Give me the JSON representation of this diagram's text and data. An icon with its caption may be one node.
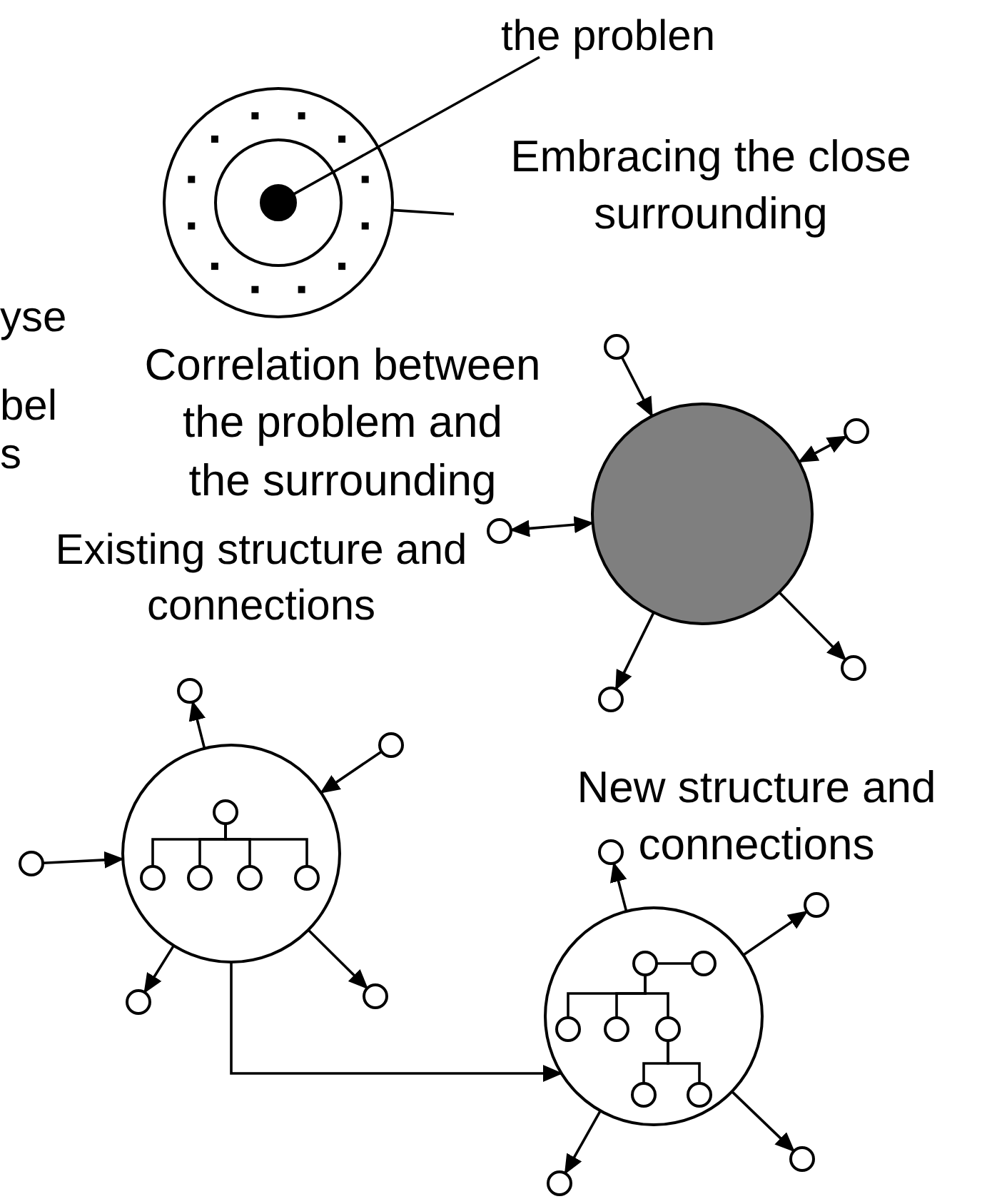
{
  "diagram": {
    "nodes": [
      {
        "text": [
          "the problen"
        ]
      },
      {
        "text": [],
        "shape": "circle"
      },
      {
        "text": [],
        "shape": "circle",
        "in": 1
      },
      {
        "text": [],
        "shape": "circle",
        "in": 2
      },
      {
        "text": [
          "Embracing the close surrounding"
        ]
      },
      {
        "text": [
          "Correlation between the problem and the surrounding"
        ]
      },
      {
        "text": [],
        "shape": "circle"
      },
      {
        "text": [],
        "shape": "circle"
      },
      {
        "text": [],
        "shape": "circle"
      },
      {
        "text": [],
        "shape": "circle"
      },
      {
        "text": [],
        "shape": "circle"
      },
      {
        "text": [
          "Existing structure and connections"
        ]
      },
      {
        "text": [],
        "shape": "circle"
      },
      {
        "text": [],
        "shape": "circle"
      },
      {
        "text": [],
        "shape": "circle"
      },
      {
        "text": [],
        "shape": "circle"
      },
      {
        "text": [],
        "shape": "circle"
      },
      {
        "text": [],
        "shape": "circle",
        "in": 11
      },
      {
        "text": [],
        "shape": "circle",
        "in": 11
      },
      {
        "text": [],
        "shape": "circle",
        "in": 11
      },
      {
        "text": [],
        "shape": "circle",
        "in": 11
      },
      {
        "text": [],
        "shape": "circle",
        "in": 11
      },
      {
        "text": [
          "New structure and connections"
        ]
      },
      {
        "text": [],
        "shape": "circle"
      },
      {
        "text": [],
        "shape": "circle"
      },
      {
        "text": [],
        "shape": "circle"
      },
      {
        "text": [],
        "shape": "circle"
      },
      {
        "text": [],
        "shape": "circle",
        "in": 22
      },
      {
        "text": [],
        "shape": "circle",
        "in": 22
      },
      {
        "text": [],
        "shape": "circle",
        "in": 22
      },
      {
        "text": [],
        "shape": "circle",
        "in": 22
      },
      {
        "text": [],
        "shape": "circle",
        "in": 22
      },
      {
        "text": [],
        "shape": "circle",
        "in": 22
      },
      {
        "text": [],
        "shape": "circle",
        "in": 22
      }
    ],
    "edges": [
      {
        "from": 0,
        "to": 3,
        "arrow": "none"
      },
      {
        "from": 4,
        "to": 1,
        "arrow": "none"
      },
      {
        "from": 6,
        "to": 5,
        "arrow": "to"
      },
      {
        "from": 7,
        "to": 5,
        "arrow": "both"
      },
      {
        "from": 8,
        "to": 5,
        "arrow": "both"
      },
      {
        "from": 5,
        "to": 9,
        "arrow": "to"
      },
      {
        "from": 5,
        "to": 10,
        "arrow": "to"
      },
      {
        "from": 11,
        "to": 12,
        "arrow": "to"
      },
      {
        "from": 13,
        "to": 11,
        "arrow": "to"
      },
      {
        "from": 14,
        "to": 11,
        "arrow": "to"
      },
      {
        "from": 11,
        "to": 15,
        "arrow": "to"
      },
      {
        "from": 11,
        "to": 16,
        "arrow": "to"
      },
      {
        "from": 17,
        "to": 18,
        "arrow": "none"
      },
      {
        "from": 17,
        "to": 19,
        "arrow": "none"
      },
      {
        "from": 17,
        "to": 20,
        "arrow": "none"
      },
      {
        "from": 17,
        "to": 21,
        "arrow": "none"
      },
      {
        "from": 11,
        "to": 22,
        "arrow": "to"
      },
      {
        "from": 22,
        "to": 23,
        "arrow": "to"
      },
      {
        "from": 22,
        "to": 24,
        "arrow": "to"
      },
      {
        "from": 22,
        "to": 25,
        "arrow": "to"
      },
      {
        "from": 22,
        "to": 26,
        "arrow": "to"
      },
      {
        "from": 27,
        "to": 28,
        "arrow": "none"
      },
      {
        "from": 27,
        "to": 29,
        "arrow": "none"
      },
      {
        "from": 27,
        "to": 30,
        "arrow": "none"
      },
      {
        "from": 27,
        "to": 31,
        "arrow": "none"
      },
      {
        "from": 31,
        "to": 32,
        "arrow": "none"
      },
      {
        "from": 31,
        "to": 33,
        "arrow": "none"
      }
    ],
    "labels": [
      "yse",
      "bel",
      "s"
    ]
  }
}
